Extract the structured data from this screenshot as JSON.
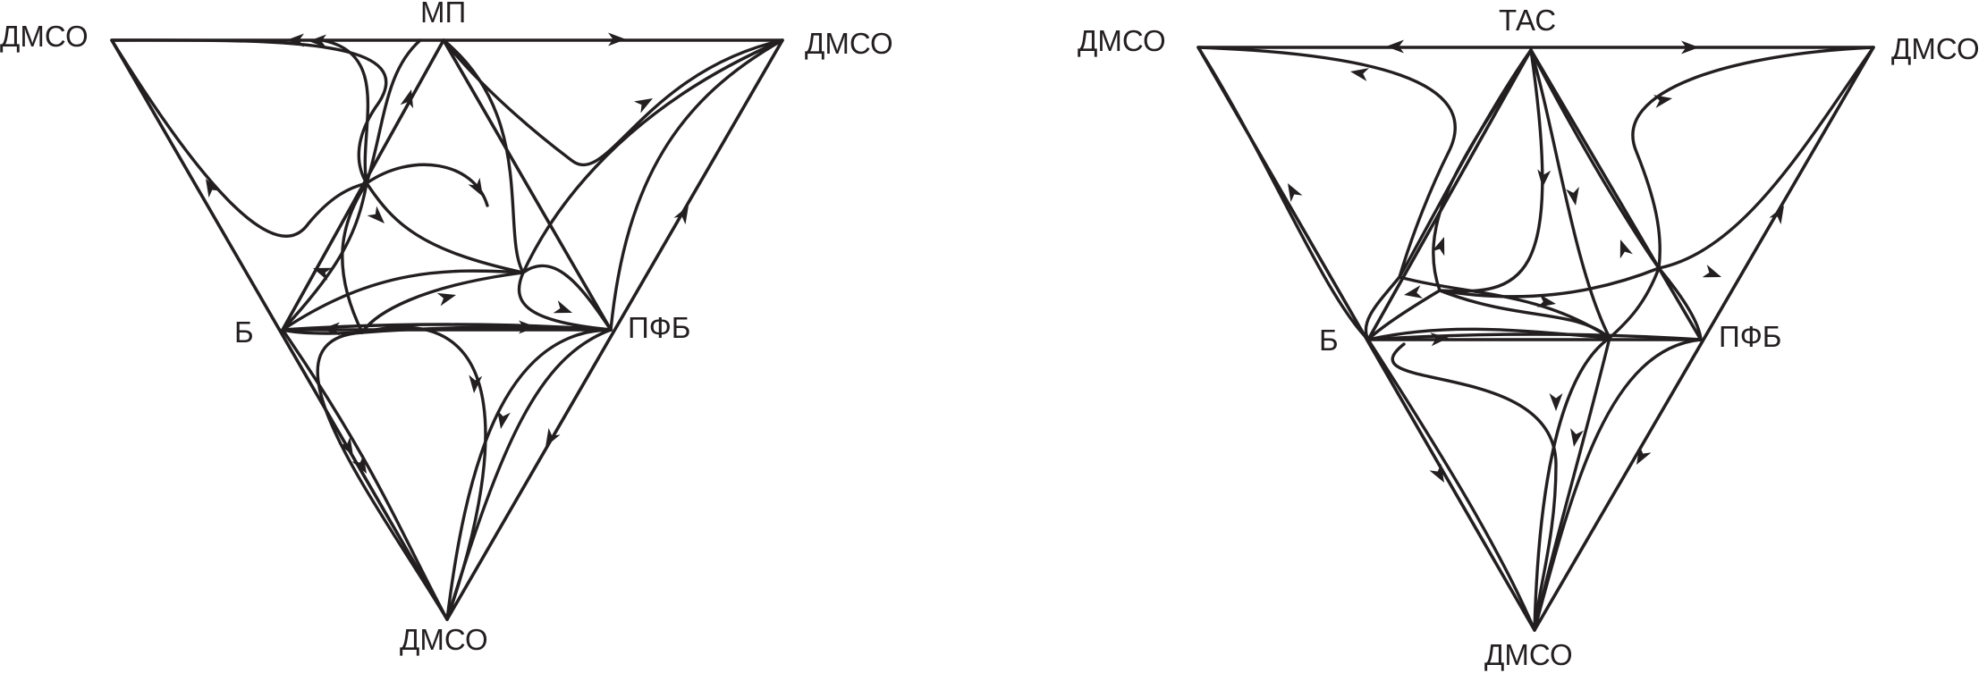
{
  "diagrams": [
    {
      "labels": {
        "top_left": "ДМСО",
        "top_center": "МП",
        "top_right": "ДМСО",
        "left": "Б",
        "right": "ПФБ",
        "bottom": "ДМСО"
      }
    },
    {
      "labels": {
        "top_left": "ДМСО",
        "top_center": "ТАС",
        "top_right": "ДМСО",
        "left": "Б",
        "right": "ПФБ",
        "bottom": "ДМСО"
      }
    }
  ]
}
